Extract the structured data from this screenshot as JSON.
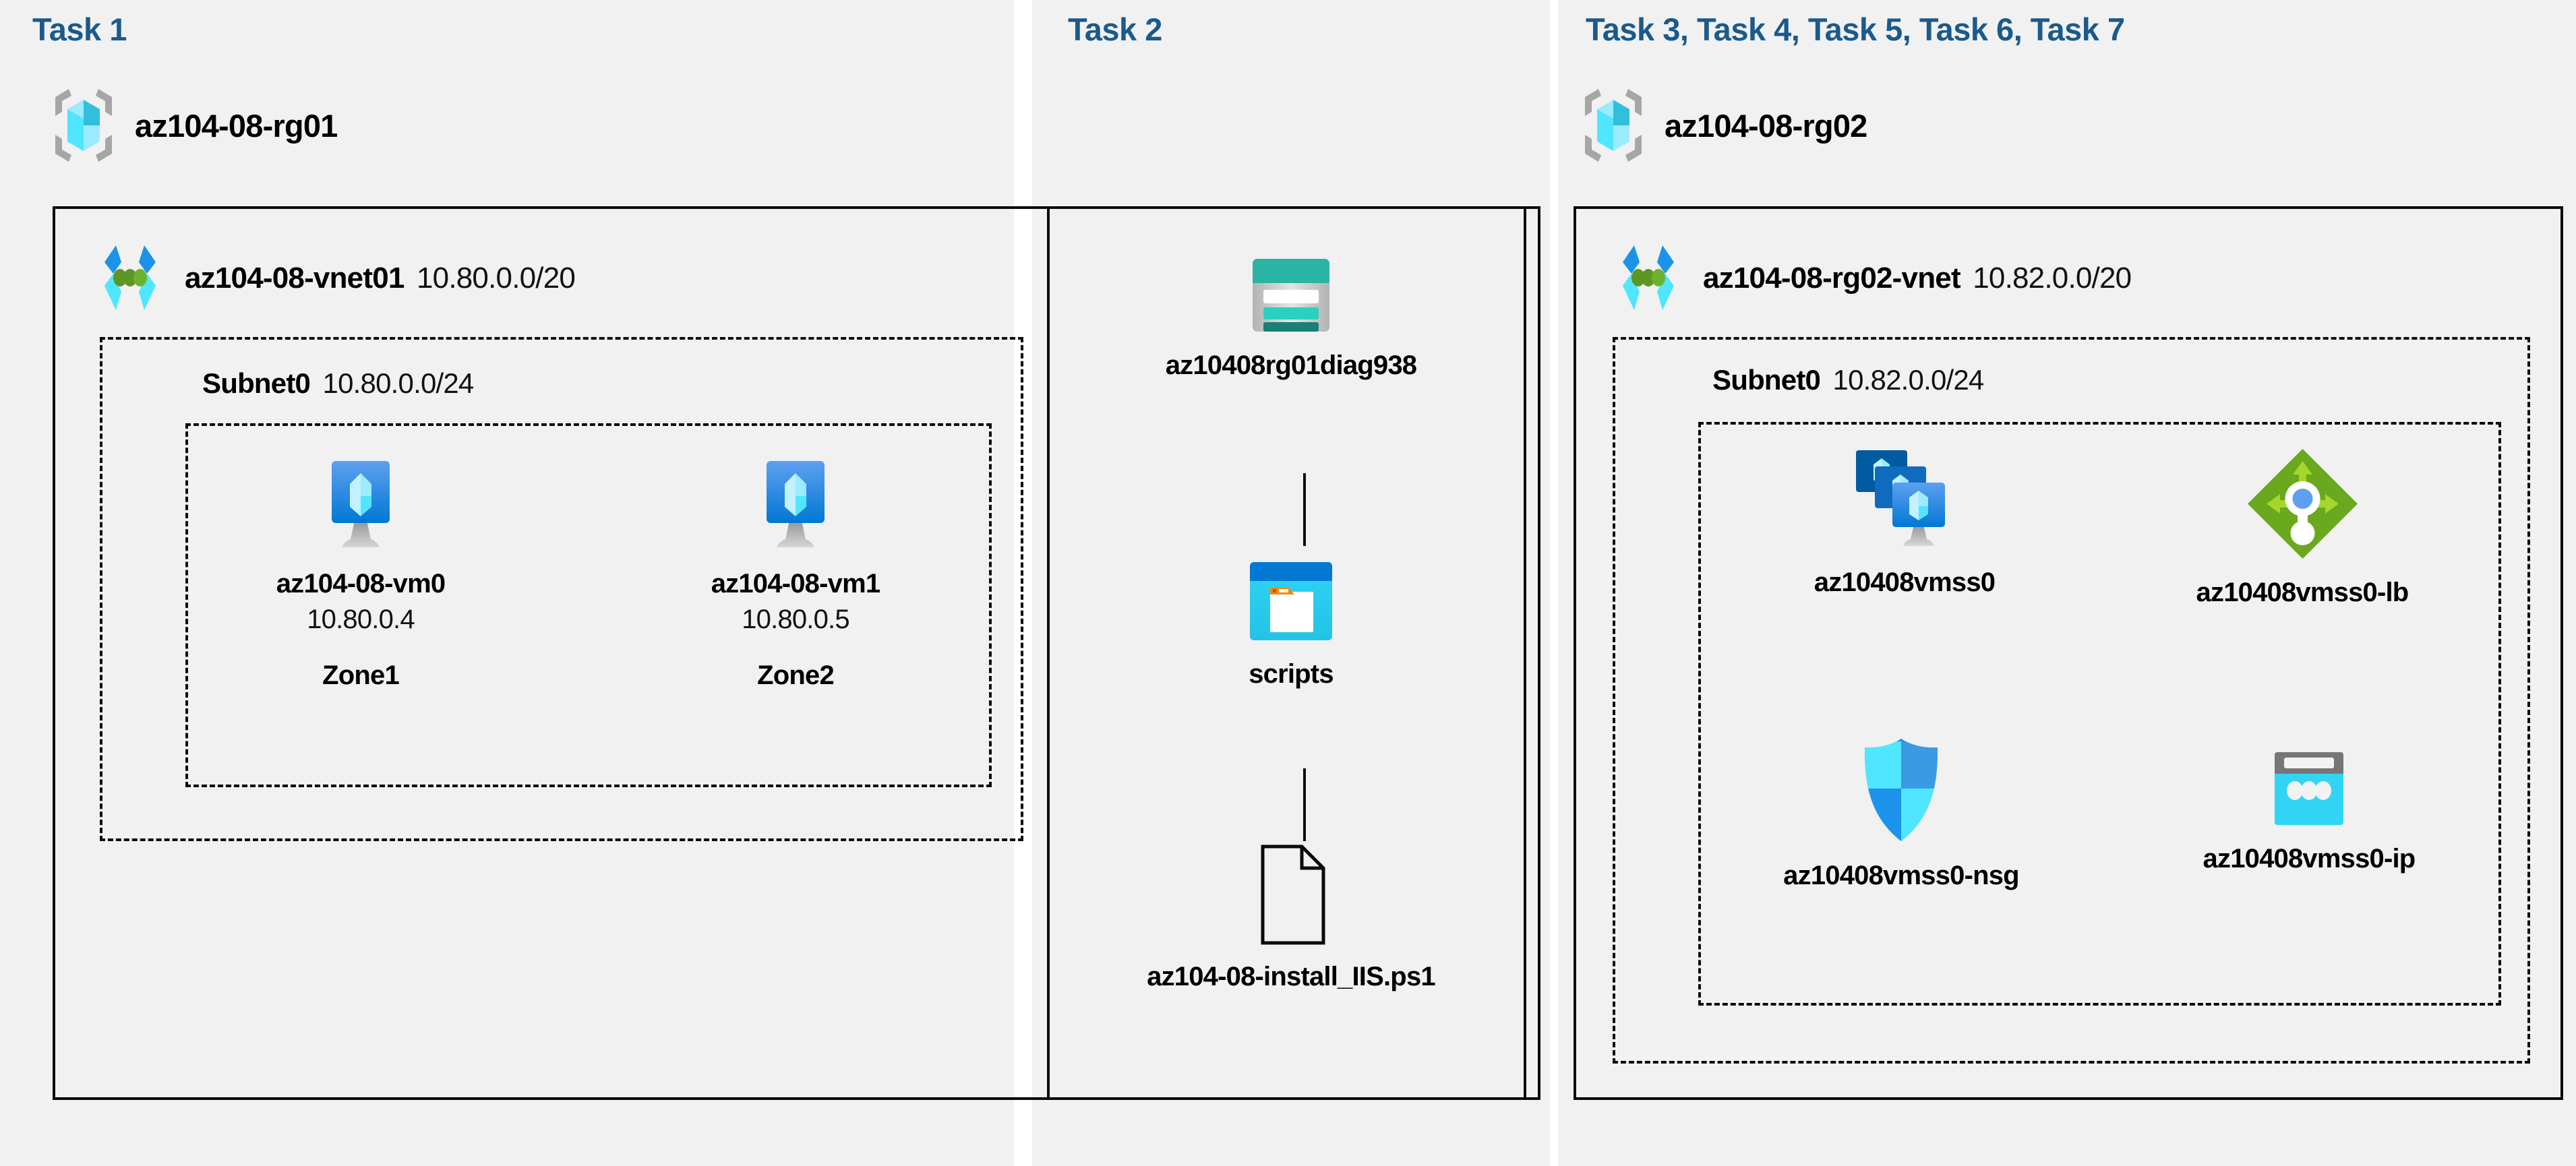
{
  "diagram": {
    "title": "AZ-104 Lab 08 architecture",
    "background": "#ffffff",
    "panel_background": "#f1f1f1",
    "caption_color": "#1b5a8a",
    "line_color": "#0a0a0a"
  },
  "columns": [
    {
      "caption": "Task 1",
      "resource_group": {
        "name": "az104-08-rg01",
        "icon": "resource-group-icon"
      },
      "vnet": {
        "name": "az104-08-vnet01",
        "cidr": "10.80.0.0/20",
        "icon": "virtual-network-icon"
      },
      "subnet": {
        "name": "Subnet0",
        "cidr": "10.80.0.0/24"
      },
      "nodes": [
        {
          "icon": "virtual-machine-icon",
          "label": "az104-08-vm0",
          "sub": "10.80.0.4",
          "zone": "Zone1"
        },
        {
          "icon": "virtual-machine-icon",
          "label": "az104-08-vm1",
          "sub": "10.80.0.5",
          "zone": "Zone2"
        }
      ]
    },
    {
      "caption": "Task 2",
      "nodes": [
        {
          "icon": "storage-account-icon",
          "label": "az10408rg01diag938"
        },
        {
          "icon": "blob-container-icon",
          "label": "scripts"
        },
        {
          "icon": "file-document-icon",
          "label": "az104-08-install_IIS.ps1"
        }
      ]
    },
    {
      "caption": "Task 3, Task 4, Task 5, Task 6, Task 7",
      "resource_group": {
        "name": "az104-08-rg02",
        "icon": "resource-group-icon"
      },
      "vnet": {
        "name": "az104-08-rg02-vnet",
        "cidr": "10.82.0.0/20",
        "icon": "virtual-network-icon"
      },
      "subnet": {
        "name": "Subnet0",
        "cidr": "10.82.0.0/24"
      },
      "nodes": [
        {
          "icon": "vm-scale-set-icon",
          "label": "az10408vmss0"
        },
        {
          "icon": "load-balancer-icon",
          "label": "az10408vmss0-lb"
        },
        {
          "icon": "network-security-group-icon",
          "label": "az10408vmss0-nsg"
        },
        {
          "icon": "public-ip-address-icon",
          "label": "az10408vmss0-ip"
        }
      ]
    }
  ],
  "colors": {
    "azure_blue": "#0078d4",
    "azure_cyan": "#32d4f5",
    "azure_light_cyan": "#9cebff",
    "vnet_green": "#5e9624",
    "storage_teal": "#2bb3a6",
    "storage_teal_dark": "#1a7f74",
    "lb_green": "#6aa81e",
    "lb_green_light": "#a4d62b",
    "nsg_blue": "#1b93eb",
    "gray": "#9e9e9e",
    "dark_gray": "#6e6e6e",
    "orange": "#f2870d"
  }
}
